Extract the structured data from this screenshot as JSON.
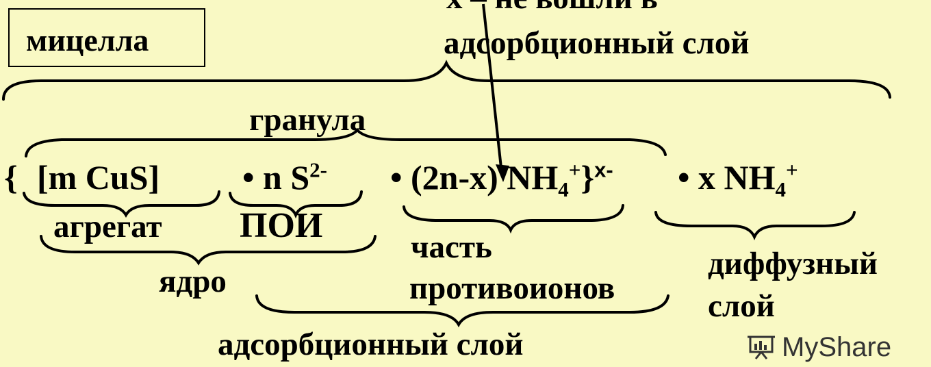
{
  "labels": {
    "micelle": "мицелла",
    "top_partial": "x – не вошли в",
    "adsorption_top": "адсорбционный слой",
    "granule": "гранула",
    "aggregate": "агрегат",
    "poi": "ПОИ",
    "part_line1": "часть",
    "part_line2": "противоионов",
    "nucleus": "ядро",
    "diffuse_line1": "диффузный",
    "diffuse_line2": "слой",
    "adsorption_bottom": "адсорбционный слой"
  },
  "formula": {
    "open_brace": "{",
    "aggregate": "[m CuS]",
    "poi_dot": "• n S",
    "poi_charge": "2-",
    "counter_dot": "• (2n-x) NH",
    "counter_sub": "4",
    "counter_charge": "+",
    "close_brace": "}",
    "granule_charge": "x-",
    "diffuse_dot": "• x NH",
    "diffuse_sub": "4",
    "diffuse_charge": "+"
  },
  "watermark": {
    "text": "MyShare",
    "icon": "presentation-board-icon"
  },
  "colors": {
    "background": "#f9f9c4",
    "ink": "#000000"
  }
}
